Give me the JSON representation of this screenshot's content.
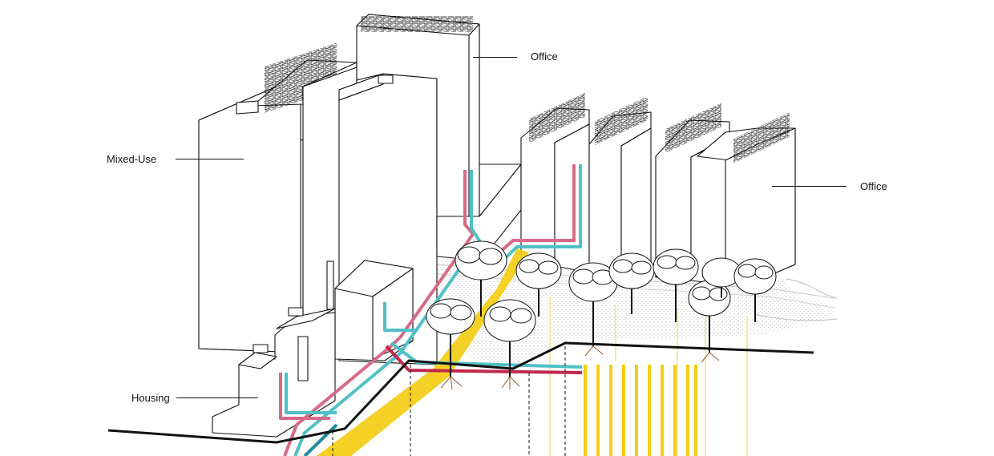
{
  "labels": {
    "office_top": "Office",
    "mixed_use": "Mixed-Use",
    "office_right": "Office",
    "housing": "Housing"
  },
  "colors": {
    "outline": "#111111",
    "pink": "#d86a86",
    "cyan": "#4fc0c6",
    "red": "#c2284e",
    "teal": "#1f8a9a",
    "yellow": "#f4cd16",
    "pale_yellow": "#f8eaa4",
    "root": "#a0582b",
    "ground_dots": "#bbbbbb"
  }
}
